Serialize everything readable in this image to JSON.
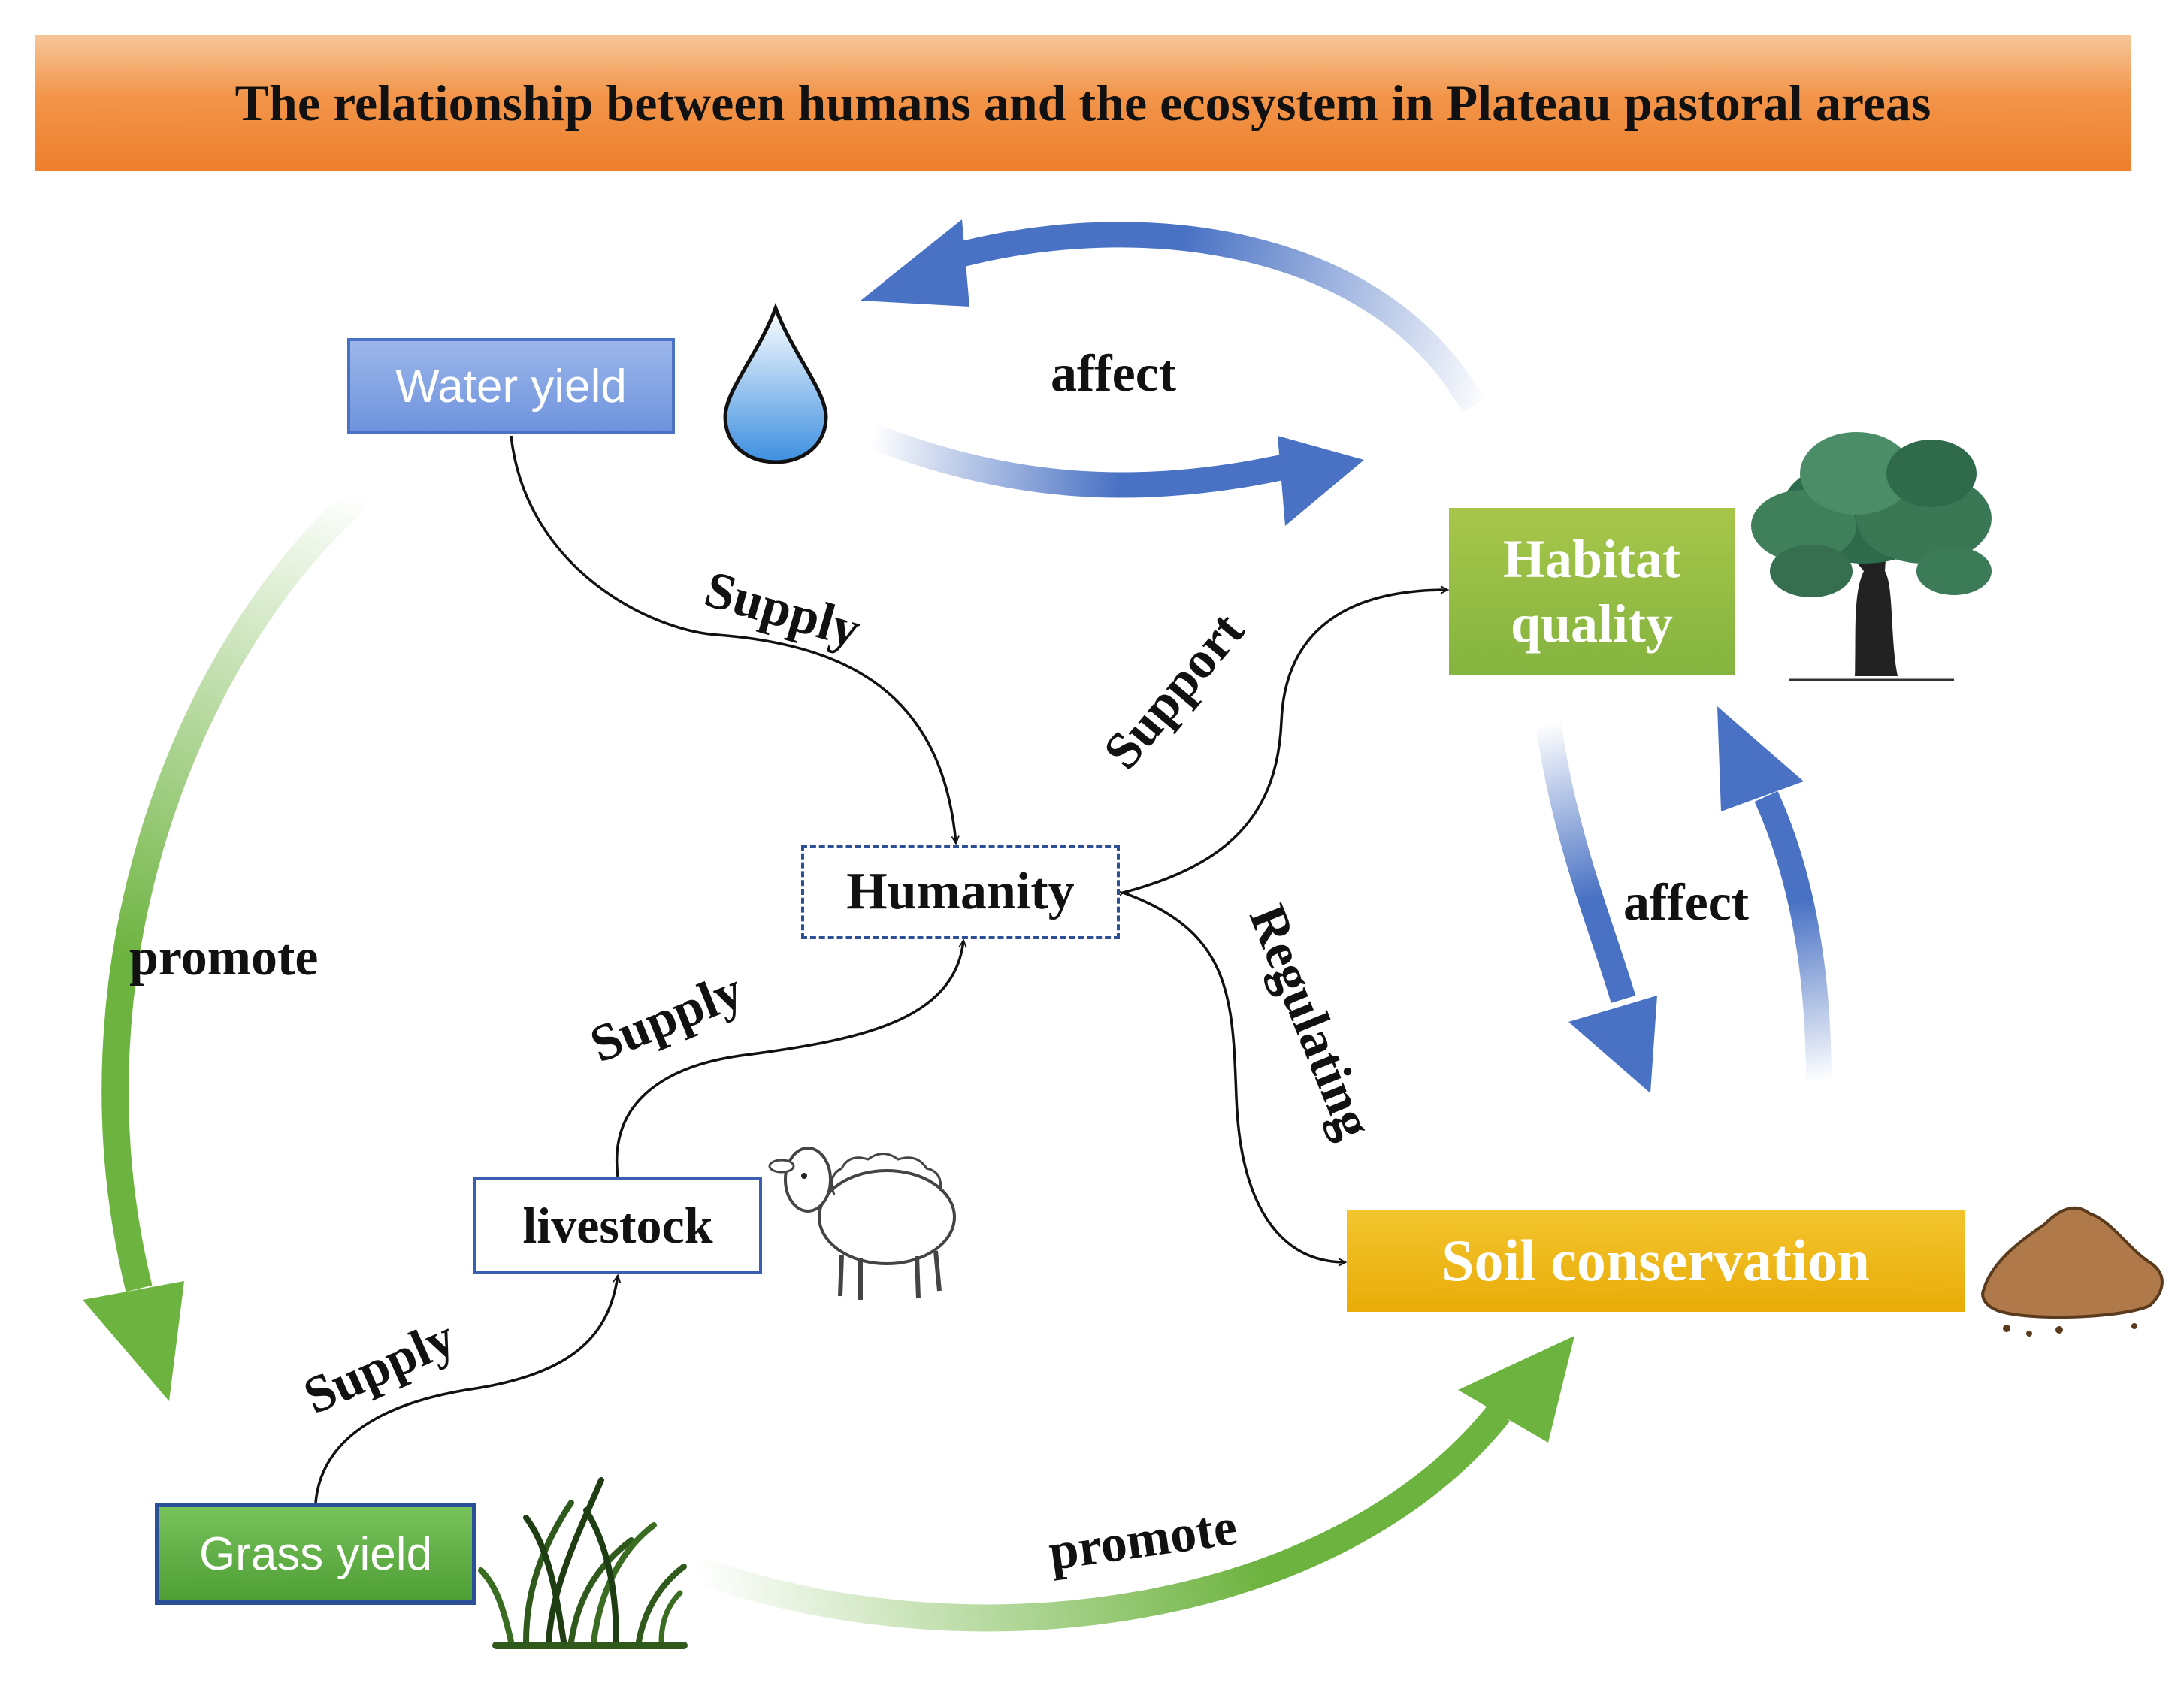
{
  "title": "The relationship between humans and the ecosystem in Plateau pastoral areas",
  "nodes": {
    "water_yield": "Water yield",
    "habitat_line1": "Habitat",
    "habitat_line2": "quality",
    "humanity": "Humanity",
    "livestock": "livestock",
    "soil_conservation": "Soil conservation",
    "grass_yield": "Grass yield"
  },
  "edge_labels": {
    "affect_top": "affect",
    "affect_right": "affect",
    "supply_water": "Supply",
    "support": "Support",
    "regulating": "Regulating",
    "supply_livestock": "Supply",
    "supply_grass": "Supply",
    "promote_left": "promote",
    "promote_bottom": "promote"
  },
  "icons": [
    "water-drop-icon",
    "tree-icon",
    "sheep-icon",
    "soil-pile-icon",
    "grass-icon"
  ],
  "colors": {
    "title_bar": "#ee7f2c",
    "blue_arrow": "#4a72c4",
    "green_arrow": "#6db33f",
    "water_box": "#7b9de0",
    "habitat_box": "#8fba42",
    "soil_box": "#ecb212",
    "grass_box": "#5aa83c"
  }
}
